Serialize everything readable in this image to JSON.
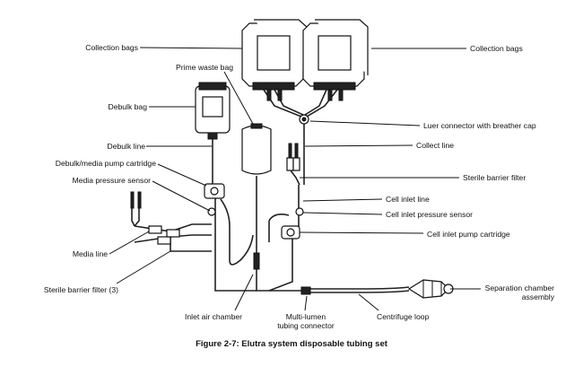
{
  "labels": {
    "collection_bags_left": "Collection bags",
    "collection_bags_right": "Collection bags",
    "prime_waste_bag": "Prime waste bag",
    "debulk_bag": "Debulk bag",
    "luer_connector": "Luer connector with breather cap",
    "debulk_line": "Debulk line",
    "collect_line": "Collect line",
    "debulk_media_pump_cartridge": "Debulk/media pump cartridge",
    "sterile_barrier_filter": "Sterile barrier filter",
    "media_pressure_sensor": "Media pressure sensor",
    "cell_inlet_line": "Cell inlet line",
    "cell_inlet_pressure_sensor": "Cell inlet pressure sensor",
    "cell_inlet_pump_cartridge": "Cell inlet pump cartridge",
    "media_line": "Media line",
    "sterile_barrier_filter_3": "Sterile barrier filter (3)",
    "separation_chamber_assembly": "Separation chamber assembly",
    "inlet_air_chamber": "Inlet air chamber",
    "multi_lumen_connector": "Multi-lumen tubing connector",
    "centrifuge_loop": "Centrifuge loop"
  },
  "caption": "Figure 2-7: Elutra system disposable tubing set"
}
